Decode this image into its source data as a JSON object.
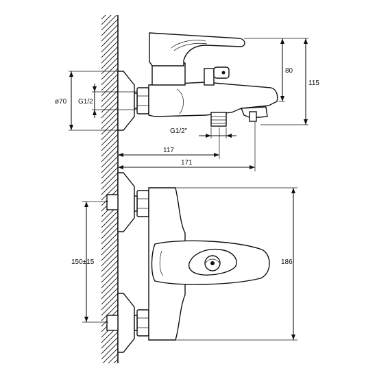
{
  "dimensions": {
    "height_upper": "80",
    "height_total": "115",
    "diameter": "ø70",
    "thread_inlet": "G1/2",
    "thread_outlet": "G1/2\"",
    "depth_short": "117",
    "depth_long": "171",
    "center_distance": "150±15",
    "width_total": "186"
  }
}
